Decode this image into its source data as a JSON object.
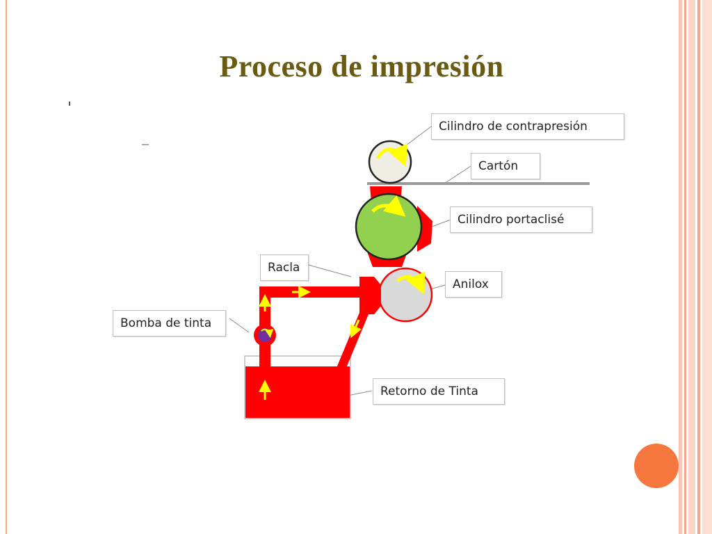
{
  "slide": {
    "title": "Proceso de impresión"
  },
  "labels": {
    "contrapresion": "Cilindro de contrapresión",
    "carton": "Cartón",
    "portaclise": "Cilindro portaclisé",
    "racla": "Racla",
    "anilox": "Anilox",
    "bomba": "Bomba de tinta",
    "retorno": "Retorno de Tinta"
  },
  "colors": {
    "title": "#6b5a12",
    "ink": "#ff0000",
    "arrow": "#ffff00",
    "green_cylinder": "#92d050",
    "pump": "#7030a0",
    "accent_orange": "#f7783f"
  }
}
